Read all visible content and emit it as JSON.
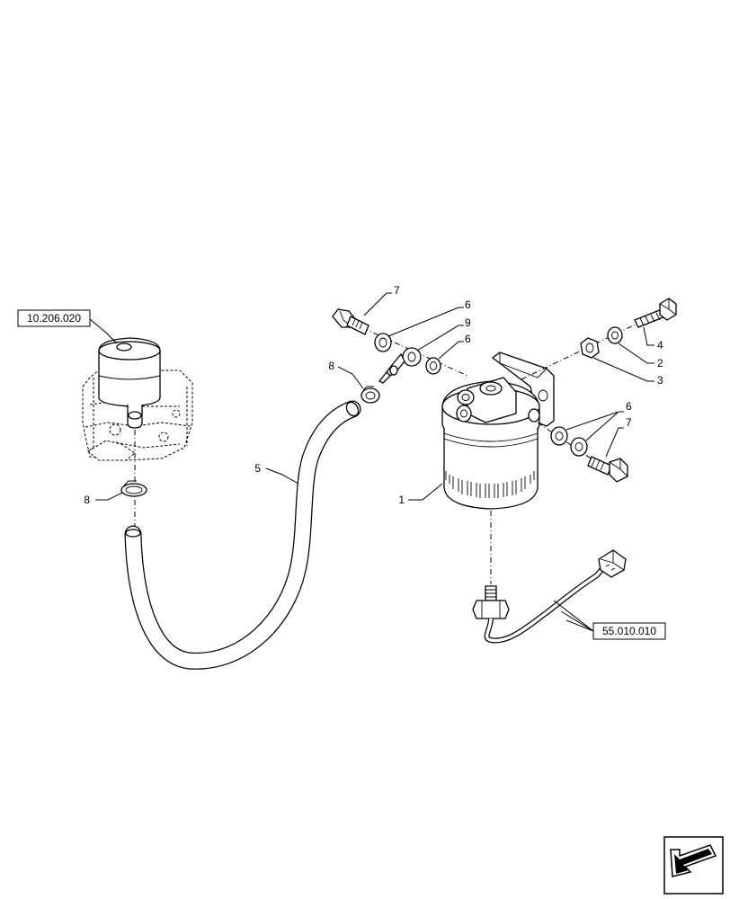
{
  "references": {
    "pump_ref": "10.206.020",
    "harness_ref": "55.010.010"
  },
  "callouts": {
    "c1": "1",
    "c2": "2",
    "c3": "3",
    "c4": "4",
    "c5": "5",
    "c6_top": "6",
    "c6_mid": "6",
    "c6_right": "6",
    "c7_top": "7",
    "c7_right": "7",
    "c8_left": "8",
    "c8_top": "8",
    "c9": "9"
  },
  "icons": {
    "nav": "next-page-arrow-icon"
  }
}
